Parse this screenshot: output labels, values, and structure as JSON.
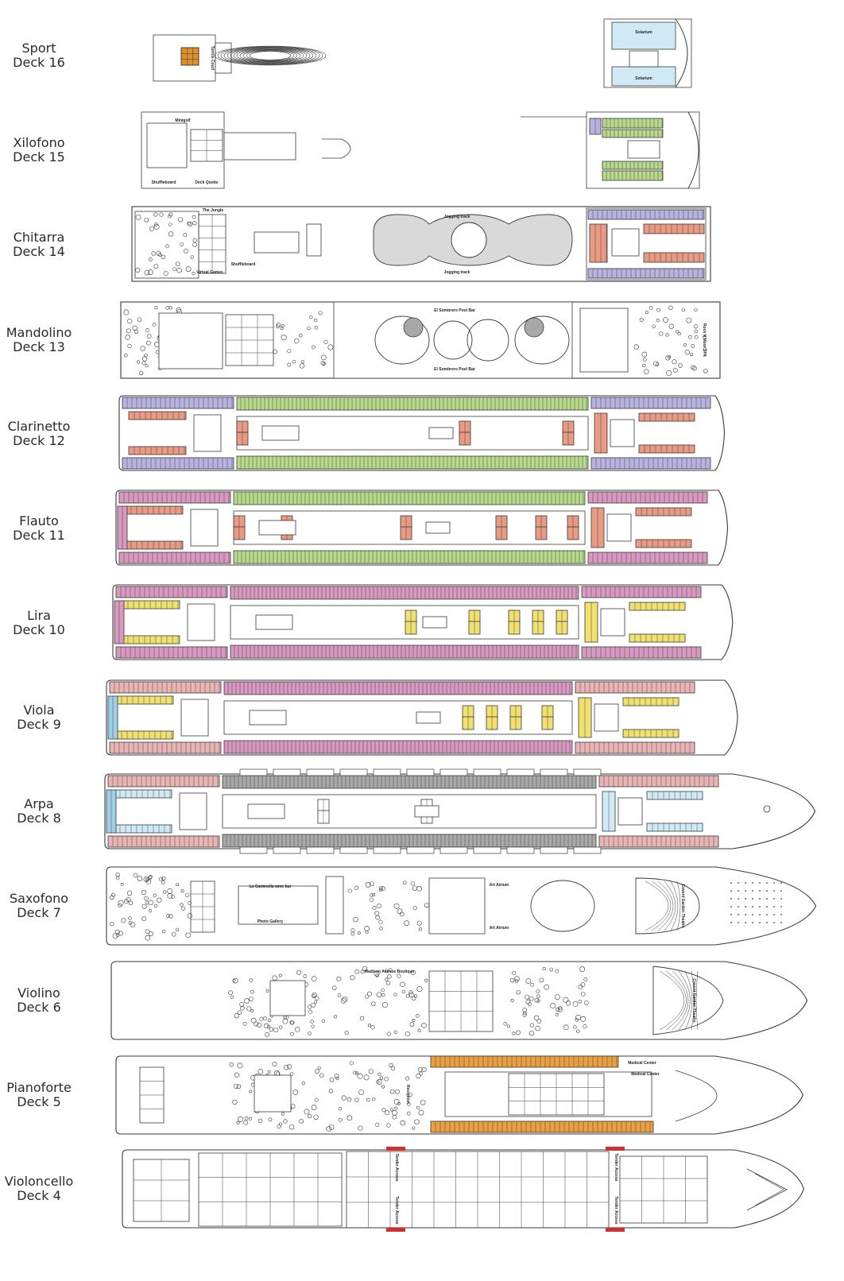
{
  "colors": {
    "line": "#3a3a3a",
    "green": "#b6d98a",
    "purple": "#b7b2e0",
    "salmon": "#e89a82",
    "pink": "#d898c0",
    "rose": "#e8b4b4",
    "yellow": "#f0e070",
    "blue": "#9fd0e8",
    "sky": "#cfe9f5",
    "orange": "#e8a040",
    "gray": "#a8a8a8",
    "red": "#d03030",
    "court": "#e0902a"
  },
  "decks": [
    {
      "name": "Sport",
      "deck": "Deck 16",
      "labels": [
        "Tennis Court",
        "Solarium",
        "Solarium"
      ]
    },
    {
      "name": "Xilofono",
      "deck": "Deck 15",
      "labels": [
        "Minigolf",
        "Shuffleboard",
        "Deck Quoits"
      ]
    },
    {
      "name": "Chitarra",
      "deck": "Deck 14",
      "labels": [
        "Jogging track",
        "Jogging track",
        "Shuffleboard",
        "Virtual Games",
        "The Jungle"
      ]
    },
    {
      "name": "Mandolino",
      "deck": "Deck 13",
      "labels": [
        "El Sombrero Pool Bar",
        "El Sombrero Pool Bar",
        "Rock N Moor SPA"
      ]
    },
    {
      "name": "Clarinetto",
      "deck": "Deck 12",
      "labels": []
    },
    {
      "name": "Flauto",
      "deck": "Deck 11",
      "labels": []
    },
    {
      "name": "Lira",
      "deck": "Deck 10",
      "labels": []
    },
    {
      "name": "Viola",
      "deck": "Deck 9",
      "labels": []
    },
    {
      "name": "Arpa",
      "deck": "Deck 8",
      "labels": []
    },
    {
      "name": "Saxofono",
      "deck": "Deck 7",
      "labels": [
        "La Cantinella wine bar",
        "Photo Gallery",
        "Art Atrium",
        "Art Atrium",
        "Covent Garden Theatre"
      ]
    },
    {
      "name": "Violino",
      "deck": "Deck 6",
      "labels": [
        "Madison Avenue Boutique",
        "Covent Garden Theatre"
      ]
    },
    {
      "name": "Pianoforte",
      "deck": "Deck 5",
      "labels": [
        "Medical Center",
        "Medical Center",
        "Reception"
      ]
    },
    {
      "name": "Violoncello",
      "deck": "Deck 4",
      "labels": [
        "Tender Access",
        "Tender Access",
        "Tender Access",
        "Tender Access"
      ]
    }
  ]
}
